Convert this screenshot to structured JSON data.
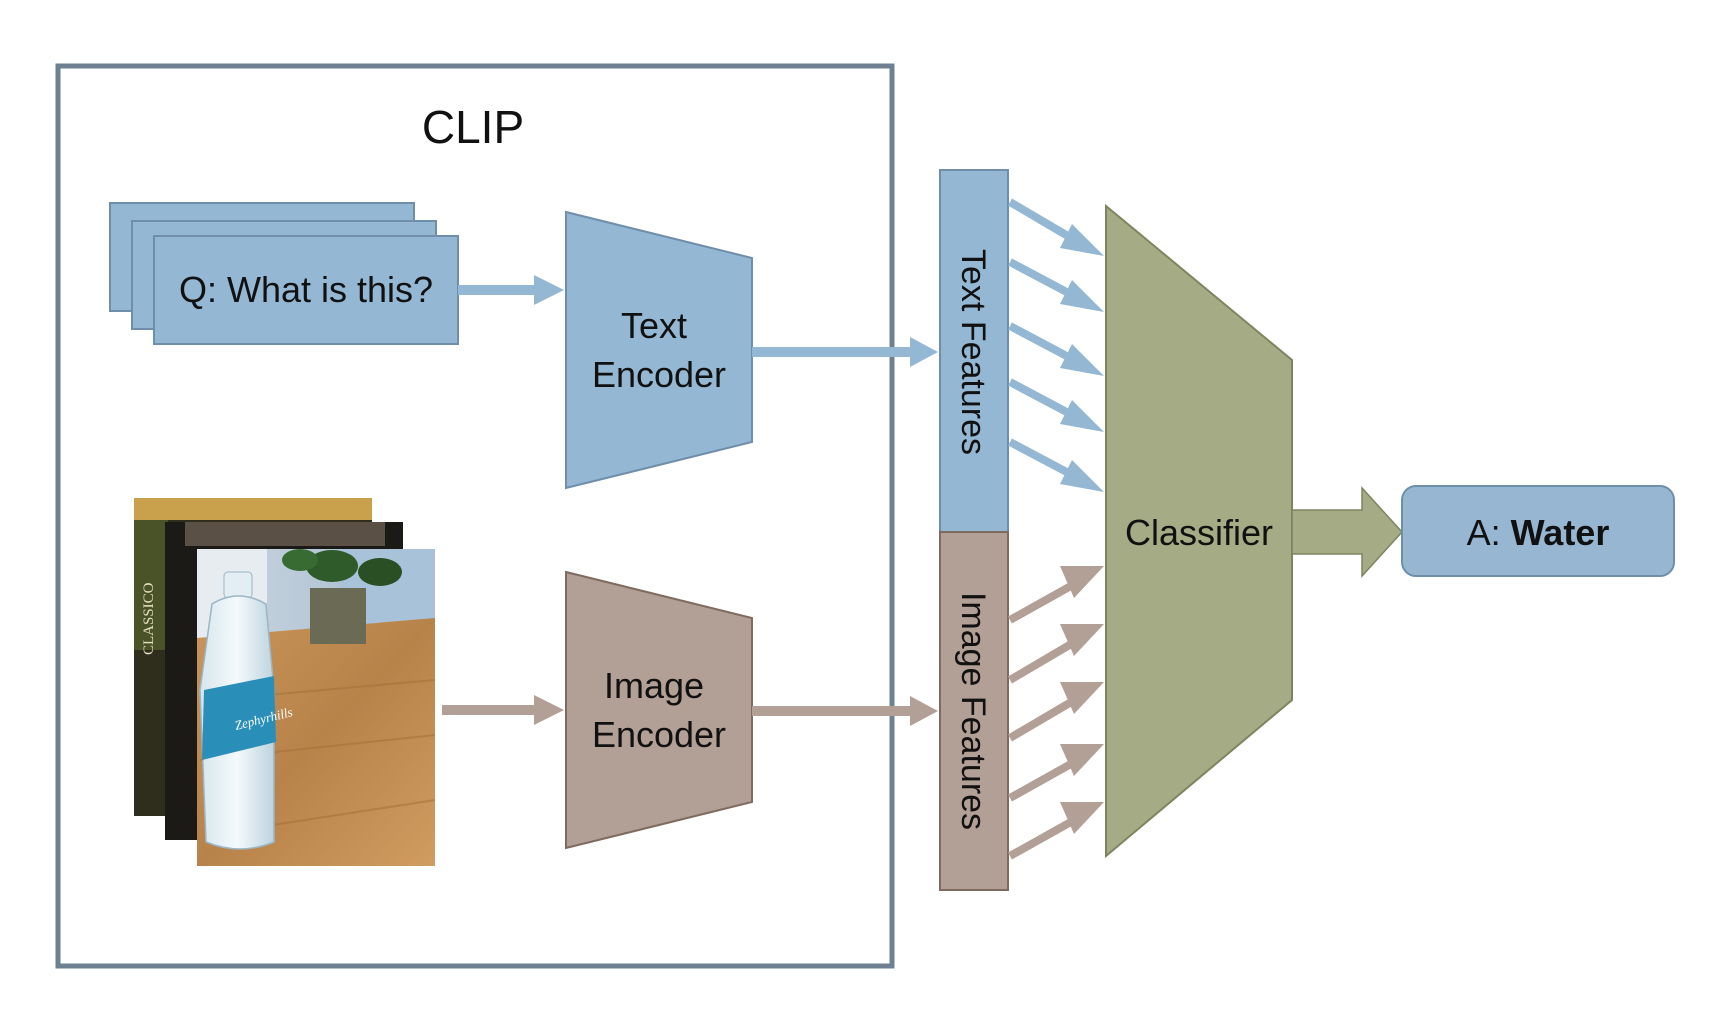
{
  "clip_title": "CLIP",
  "question": "Q: What is this?",
  "text_encoder": {
    "line1": "Text",
    "line2": "Encoder"
  },
  "image_encoder": {
    "line1": "Image",
    "line2": "Encoder"
  },
  "text_features": "Text Features",
  "image_features": "Image Features",
  "classifier": "Classifier",
  "answer": {
    "prefix": "A: ",
    "value": "Water"
  },
  "image_labels": {
    "classico": "CLASSICO",
    "brand": "Zephyrhills"
  },
  "colors": {
    "text_blue": "#94b7d3",
    "text_blue_stroke": "#6e8eaa",
    "image_brown": "#b29f95",
    "image_brown_stroke": "#7f6a60",
    "classifier_green": "#a5ab84",
    "classifier_stroke": "#7d8560",
    "frame": "#6e8192",
    "answer_box": "#96b6d2"
  }
}
